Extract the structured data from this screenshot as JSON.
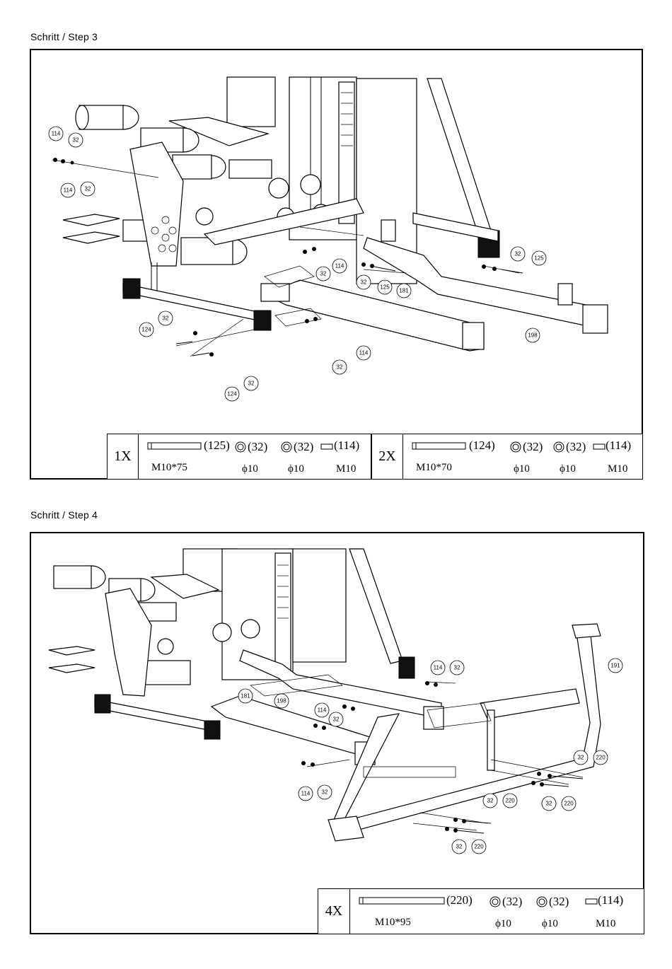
{
  "step3": {
    "title": "Schritt / Step 3",
    "callouts": [
      "114",
      "32",
      "114",
      "32",
      "32",
      "125",
      "32",
      "114",
      "32",
      "125",
      "181",
      "124",
      "32",
      "198",
      "114",
      "32",
      "124",
      "32"
    ],
    "legend": [
      {
        "qty": "1X",
        "bolt": "(125)",
        "bolt_spec": "M10*75",
        "washer1": "(32)",
        "washer1_spec": "ϕ10",
        "washer2": "(32)",
        "washer2_spec": "ϕ10",
        "nut": "(114)",
        "nut_spec": "M10"
      },
      {
        "qty": "2X",
        "bolt": "(124)",
        "bolt_spec": "M10*70",
        "washer1": "(32)",
        "washer1_spec": "ϕ10",
        "washer2": "(32)",
        "washer2_spec": "ϕ10",
        "nut": "(114)",
        "nut_spec": "M10"
      }
    ]
  },
  "step4": {
    "title": "Schritt / Step 4",
    "callouts": [
      "114",
      "32",
      "181",
      "198",
      "114",
      "32",
      "191",
      "32",
      "220",
      "32",
      "220",
      "114",
      "32",
      "32",
      "220",
      "32",
      "220"
    ],
    "legend": {
      "qty": "4X",
      "bolt": "(220)",
      "bolt_spec": "M10*95",
      "washer1": "(32)",
      "washer1_spec": "ϕ10",
      "washer2": "(32)",
      "washer2_spec": "ϕ10",
      "nut": "(114)",
      "nut_spec": "M10"
    }
  }
}
